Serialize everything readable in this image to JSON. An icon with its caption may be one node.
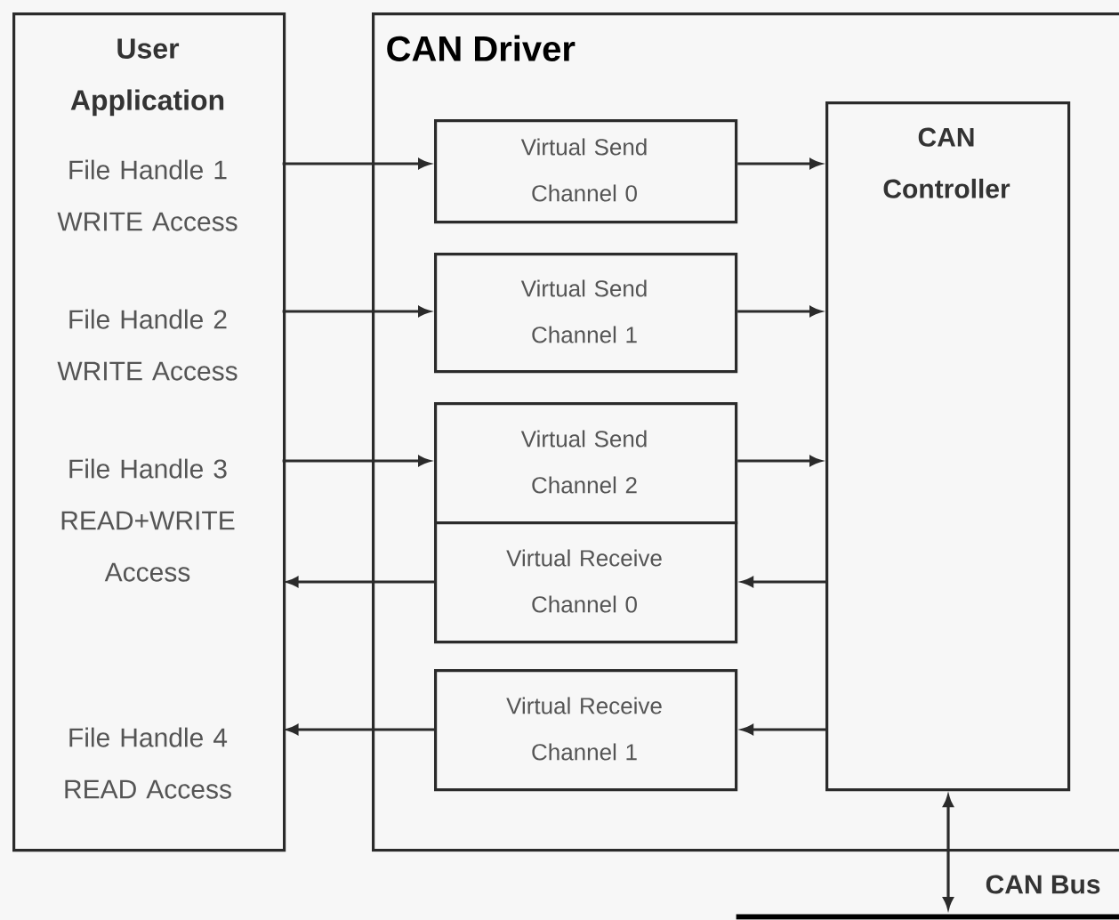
{
  "diagram": {
    "nodes": [
      {
        "text": [
          "User Application"
        ]
      },
      {
        "text": [
          "File Handle 1 WRITE Access"
        ],
        "in": 0
      },
      {
        "text": [
          "File Handle 2 WRITE Access"
        ],
        "in": 0
      },
      {
        "text": [
          "File Handle 3 READ+WRITE Access"
        ],
        "in": 0
      },
      {
        "text": [
          "File Handle 4 READ Access"
        ],
        "in": 0
      },
      {
        "text": [
          "CAN Driver"
        ]
      },
      {
        "text": [
          "Virtual Send Channel 0"
        ],
        "in": 5
      },
      {
        "text": [
          "Virtual Send Channel 1"
        ],
        "in": 5
      },
      {
        "text": [
          "Virtual Send Channel 2"
        ],
        "in": 5
      },
      {
        "text": [
          "Virtual Receive Channel 0"
        ],
        "in": 5
      },
      {
        "text": [
          "Virtual Receive Channel 1"
        ],
        "in": 5
      },
      {
        "text": [
          "CAN Controller"
        ],
        "in": 5
      },
      {
        "text": [],
        "shape": "bar",
        "beside": [
          "CAN Bus"
        ]
      }
    ],
    "edges": [
      {
        "from": 1,
        "to": 6,
        "arrow": "to"
      },
      {
        "from": 6,
        "to": 11,
        "arrow": "to"
      },
      {
        "from": 2,
        "to": 7,
        "arrow": "to"
      },
      {
        "from": 7,
        "to": 11,
        "arrow": "to"
      },
      {
        "from": 3,
        "to": 8,
        "arrow": "to"
      },
      {
        "from": 8,
        "to": 11,
        "arrow": "to"
      },
      {
        "from": 9,
        "to": 3,
        "arrow": "to"
      },
      {
        "from": 11,
        "to": 9,
        "arrow": "to"
      },
      {
        "from": 10,
        "to": 4,
        "arrow": "to"
      },
      {
        "from": 11,
        "to": 10,
        "arrow": "to"
      },
      {
        "from": 11,
        "to": 12,
        "arrow": "both"
      }
    ]
  }
}
